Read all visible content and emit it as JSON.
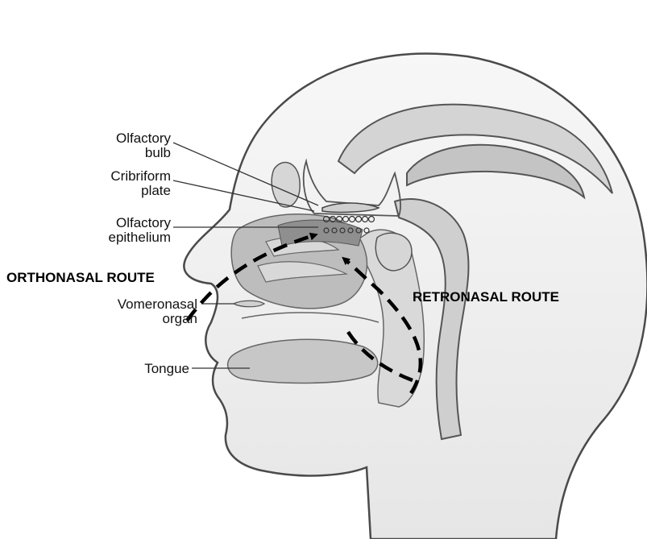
{
  "labels": {
    "olfactory_bulb": [
      "Olfactory",
      "bulb"
    ],
    "cribriform_plate": [
      "Cribriform",
      "plate"
    ],
    "olfactory_epithelium": [
      "Olfactory",
      "epithelium"
    ],
    "vomeronasal_organ": [
      "Vomeronasal",
      "organ"
    ],
    "tongue": "Tongue"
  },
  "routes": {
    "orthonasal": "ORTHONASAL ROUTE",
    "retronasal": "RETRONASAL ROUTE"
  },
  "colors": {
    "skin": "#f0f0f0",
    "outline": "#4a4a4a",
    "tissue": "#cfcfcf",
    "dark_tissue": "#9a9a9a",
    "arrow": "#000000"
  }
}
